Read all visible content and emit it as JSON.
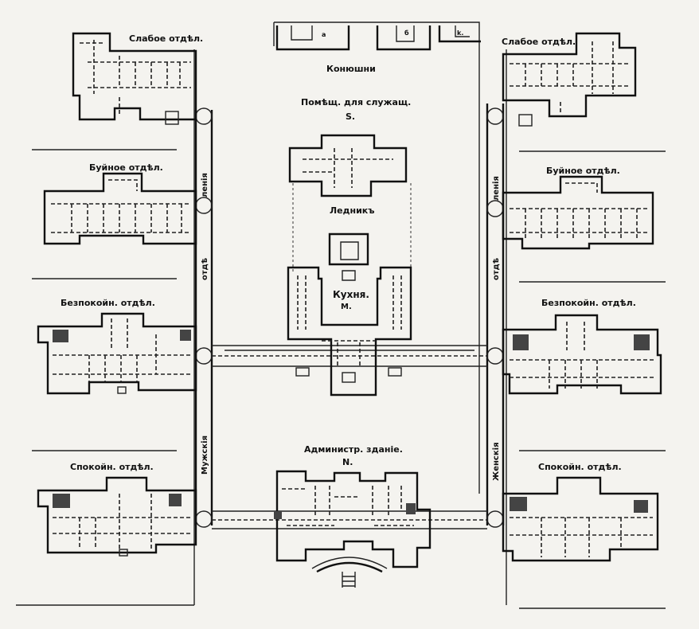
{
  "plan": {
    "labels": {
      "weak_left": "Слабое отдѣл.",
      "weak_right": "Слабое отдѣл.",
      "violent_left": "Буйное отдѣл.",
      "violent_right": "Буйное отдѣл.",
      "restless_left": "Безпокойн. отдѣл.",
      "restless_right": "Безпокойн. отдѣл.",
      "calm_left": "Спокойн. отдѣл.",
      "calm_right": "Спокойн. отдѣл.",
      "stables": "Конюшни",
      "staff": "Помѣщ. для служащ.",
      "staff_mark": "S.",
      "icehouse": "Ледникъ",
      "kitchen": "Кухня.",
      "kitchen_mark": "M.",
      "admin": "Администр. зданіе.",
      "admin_mark": "N.",
      "men_corridor_top": "ленія",
      "men_corridor_mid": "отдѣ",
      "men_corridor_low": "Мужскія",
      "women_corridor_top": "ленія",
      "women_corridor_mid": "отдѣ",
      "women_corridor_low": "Женскія",
      "stall_a": "a",
      "stall_b": "б",
      "stall_c": "k."
    }
  }
}
